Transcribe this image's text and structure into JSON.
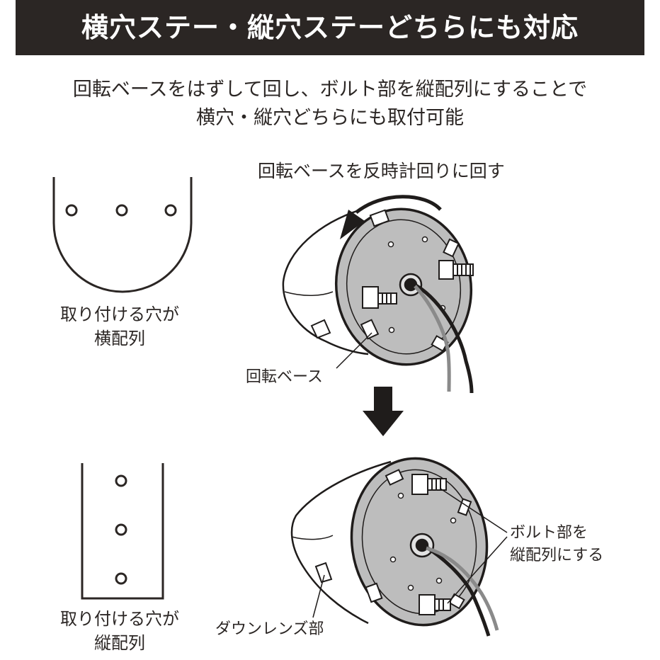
{
  "header": {
    "title": "横穴ステー・縦穴ステーどちらにも対応"
  },
  "description": {
    "line1": "回転ベースをはずして回し、ボルト部を縦配列にすることで",
    "line2": "横穴・縦穴どちらにも取付可能"
  },
  "labels": {
    "rotate_instruction": "回転ベースを反時計回りに回す",
    "horizontal_caption_line1": "取り付ける穴が",
    "horizontal_caption_line2": "横配列",
    "vertical_caption_line1": "取り付ける穴が",
    "vertical_caption_line2": "縦配列",
    "rotating_base": "回転ベース",
    "bolt_line1": "ボルト部を",
    "bolt_line2": "縦配列にする",
    "downlens": "ダウンレンズ部"
  },
  "icons": {
    "rotation_arrow": "counterclockwise-arrow-icon",
    "down_arrow": "down-arrow-icon"
  },
  "colors": {
    "header_bg": "#2b2624",
    "header_text": "#ffffff",
    "text": "#2b2624",
    "base_plate": "#bdbdbd",
    "line": "#1f1c1b",
    "cable_grey": "#8a8a8a"
  }
}
